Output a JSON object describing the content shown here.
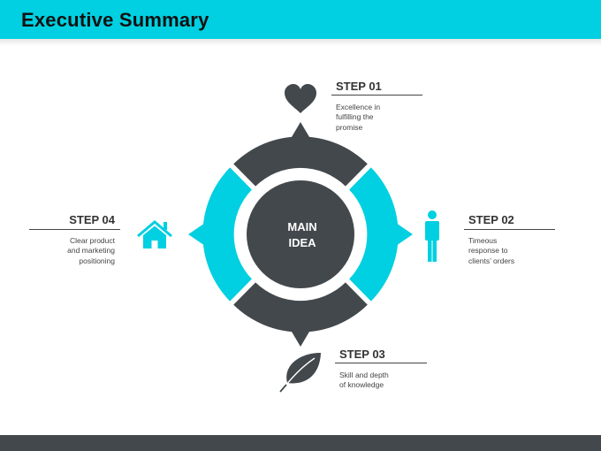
{
  "slide": {
    "title": "Executive Summary"
  },
  "center": {
    "label": "MAIN\nIDEA"
  },
  "steps": [
    {
      "title": "STEP 01",
      "description": "Excellence in\nfulfilling the\npromise",
      "icon": "heart-icon"
    },
    {
      "title": "STEP 02",
      "description": "Timeous\nresponse to\nclients’ orders",
      "icon": "person-icon"
    },
    {
      "title": "STEP 03",
      "description": "Skill and depth\nof knowledge",
      "icon": "leaf-icon"
    },
    {
      "title": "STEP 04",
      "description": "Clear product\nand marketing\npositioning",
      "icon": "house-icon"
    }
  ],
  "colors": {
    "accent": "#00d0e1",
    "dark": "#42484b",
    "text": "#333333"
  }
}
